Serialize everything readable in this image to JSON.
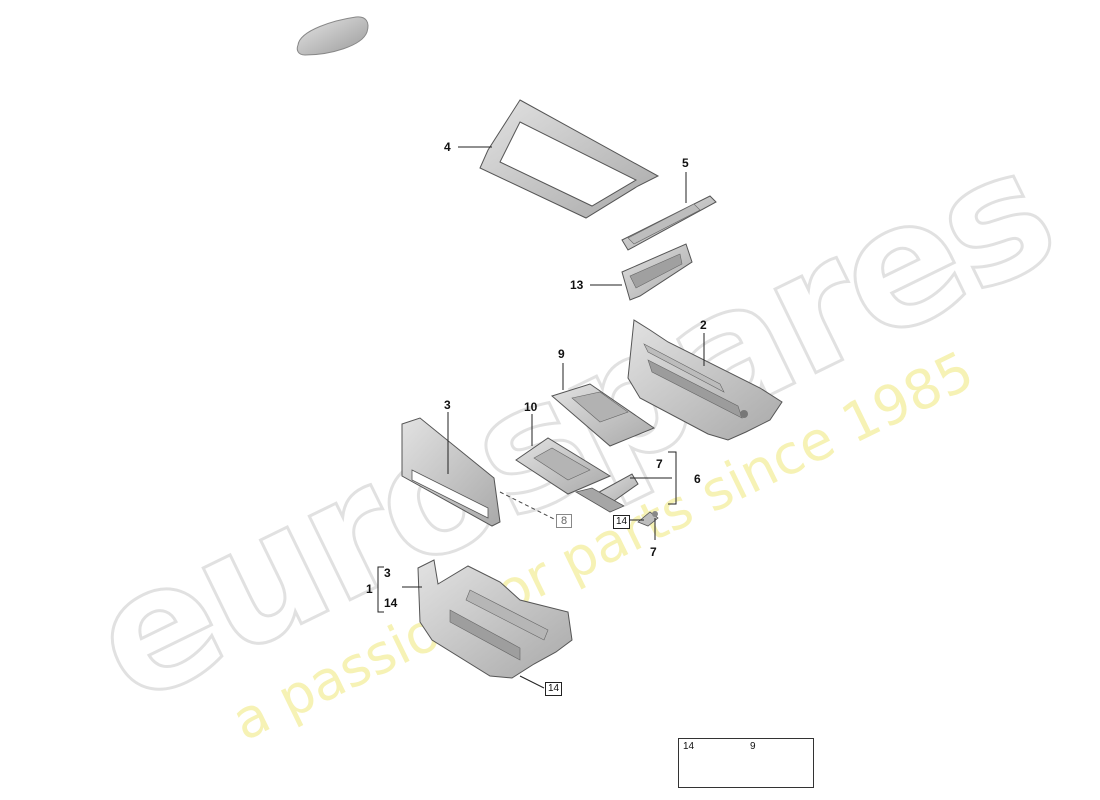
{
  "watermark": {
    "brand": "eurospares",
    "tagline": "a passion for parts since 1985"
  },
  "callouts": {
    "c4": "4",
    "c5": "5",
    "c13": "13",
    "c2": "2",
    "c9": "9",
    "c3": "3",
    "c10": "10",
    "c7a": "7",
    "c6": "6",
    "c8": "8",
    "c14a": "14",
    "c7b": "7",
    "c1": "1",
    "c1_sub3": "3",
    "c1_sub14": "14",
    "c14b": "14"
  },
  "legend": {
    "items": [
      {
        "number": "14"
      },
      {
        "number": "9"
      }
    ]
  },
  "colors": {
    "part_fill": "#cfcfcf",
    "part_stroke": "#555555",
    "watermark_grey": "#c8c8c8",
    "watermark_yellow": "#eee878"
  }
}
